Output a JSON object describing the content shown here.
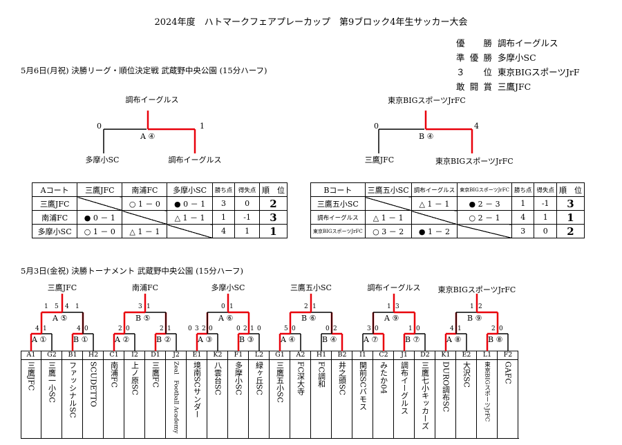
{
  "title": "2024年度　ハトマークフェアプレーカップ　第9ブロック4年生サッカー大会",
  "results": [
    {
      "label": "優　勝",
      "team": "調布イーグルス"
    },
    {
      "label": "準優勝",
      "team": "多摩小SC"
    },
    {
      "label": "３　位",
      "team": "東京BIGスポーツJrF"
    },
    {
      "label": "敢闘賞",
      "team": "三鷹JFC"
    }
  ],
  "league_day": "5月6日(月祝) 決勝リーグ・順位決定戦 武蔵野中央公園 (15分ハーフ)",
  "final_a": {
    "winner": "調布イーグルス",
    "left": "多摩小SC",
    "right": "調布イーグルス",
    "score_left": "0",
    "score_right": "1",
    "label": "A ④"
  },
  "final_b": {
    "winner": "東京BIGスポーツJrFC",
    "left": "三鷹JFC",
    "right": "東京BIGスポーツJrFC",
    "score_left": "0",
    "score_right": "4",
    "label": "B ④"
  },
  "table_a": {
    "header": [
      "Aコート",
      "三鷹JFC",
      "南浦FC",
      "多摩小SC",
      "勝ち点",
      "得失点",
      "順　位"
    ],
    "rows": [
      [
        "三鷹JFC",
        "",
        "○ 1 － 0",
        "● 0 － 1",
        "3",
        "0",
        "2"
      ],
      [
        "南浦FC",
        "● 0 － 1",
        "",
        "△ 1 － 1",
        "1",
        "-1",
        "3"
      ],
      [
        "多摩小SC",
        "○ 1 － 0",
        "△ 1 － 1",
        "",
        "4",
        "1",
        "1"
      ]
    ]
  },
  "table_b": {
    "header": [
      "Bコート",
      "三鷹五小SC",
      "調布イーグルス",
      "東京BIGスポーツJrFC",
      "勝ち点",
      "得失点",
      "順　位"
    ],
    "rows": [
      [
        "三鷹五小SC",
        "",
        "△ 1 － 1",
        "● 2 － 3",
        "1",
        "-1",
        "3"
      ],
      [
        "調布イーグルス",
        "△ 1 － 1",
        "",
        "○ 2 － 1",
        "4",
        "1",
        "1"
      ],
      [
        "東京BIGスポーツJrFC",
        "○ 3 － 2",
        "● 1 － 2",
        "",
        "3",
        "0",
        "2"
      ]
    ]
  },
  "tournament_day": "5月3日(金祝) 決勝トーナメント 武蔵野中央公園 (15分ハーフ)",
  "groups": [
    {
      "winner": "三鷹JFC",
      "top_label": "A ⑤",
      "top_scores": [
        "1",
        "5",
        "4",
        "1"
      ],
      "left_label": "A ①",
      "right_label": "B ①",
      "left_scores": [
        "4",
        "1"
      ],
      "right_scores": [
        "4",
        "0"
      ]
    },
    {
      "winner": "南浦FC",
      "top_label": "B ⑤",
      "top_scores": [
        "3",
        "1"
      ],
      "left_label": "A ②",
      "right_label": "B ②",
      "left_scores": [
        "2",
        "0"
      ],
      "right_scores": [
        "2",
        "1"
      ]
    },
    {
      "winner": "多摩小SC",
      "top_label": "A ⑥",
      "top_scores": [
        "0",
        "1"
      ],
      "left_label": "A ③",
      "right_label": "B ③",
      "left_scores": [
        "0",
        "3",
        "2",
        "0"
      ],
      "right_scores": [
        "0",
        "2",
        "1",
        "0"
      ]
    },
    {
      "winner": "三鷹五小SC",
      "top_label": "B ⑥",
      "top_scores": [
        "2",
        "1"
      ],
      "left_label": "A ④",
      "right_label": "B ④",
      "left_scores": [
        "5",
        "0"
      ],
      "right_scores": [
        "0",
        "2"
      ]
    },
    {
      "winner": "調布イーグルス",
      "top_label": "A ⑨",
      "top_scores": [
        "1",
        "3"
      ],
      "left_label": "A ⑦",
      "right_label": "B ⑦",
      "left_scores": [
        "3",
        "0"
      ],
      "right_scores": [
        "1",
        "0"
      ]
    },
    {
      "winner": "東京BIGスポーツJrFC",
      "top_label": "B ⑨",
      "top_scores": [
        "1",
        "2"
      ],
      "left_label": "A ⑧",
      "right_label": "B ⑧",
      "left_scores": [
        "4",
        "1"
      ],
      "right_scores": [
        "2",
        "0"
      ]
    }
  ],
  "teams": [
    {
      "code": "A1",
      "name": "三鷹JFC"
    },
    {
      "code": "G2",
      "name": "三鷹一小SC"
    },
    {
      "code": "B1",
      "name": "ファッシナルSC"
    },
    {
      "code": "H2",
      "name": "SCUDETTO"
    },
    {
      "code": "C1",
      "name": "南浦FC"
    },
    {
      "code": "I2",
      "name": "上ノ原SC"
    },
    {
      "code": "D1",
      "name": "三鷹FC"
    },
    {
      "code": "J2",
      "name": "Zeal　Football Academy"
    },
    {
      "code": "E1",
      "name": "境南SCサンダー"
    },
    {
      "code": "K2",
      "name": "八雲台SC"
    },
    {
      "code": "F1",
      "name": "多摩小SC"
    },
    {
      "code": "L2",
      "name": "緑ヶ丘SC"
    },
    {
      "code": "G1",
      "name": "三鷹五小SC"
    },
    {
      "code": "A2",
      "name": "FC深大寺"
    },
    {
      "code": "H1",
      "name": "FC調和"
    },
    {
      "code": "B2",
      "name": "井之頭SC"
    },
    {
      "code": "I1",
      "name": "関前SCバモス"
    },
    {
      "code": "C2",
      "name": "みたか04"
    },
    {
      "code": "J1",
      "name": "調布イーグルス"
    },
    {
      "code": "D2",
      "name": "三鷹七小キッカーズ"
    },
    {
      "code": "K1",
      "name": "DURO調布SC"
    },
    {
      "code": "E2",
      "name": "大沢SC"
    },
    {
      "code": "L1",
      "name": "東京BIGスポーツJrFC"
    },
    {
      "code": "F2",
      "name": "GAFC"
    }
  ],
  "colors": {
    "win_line": "#e8000b",
    "line": "#000000"
  }
}
